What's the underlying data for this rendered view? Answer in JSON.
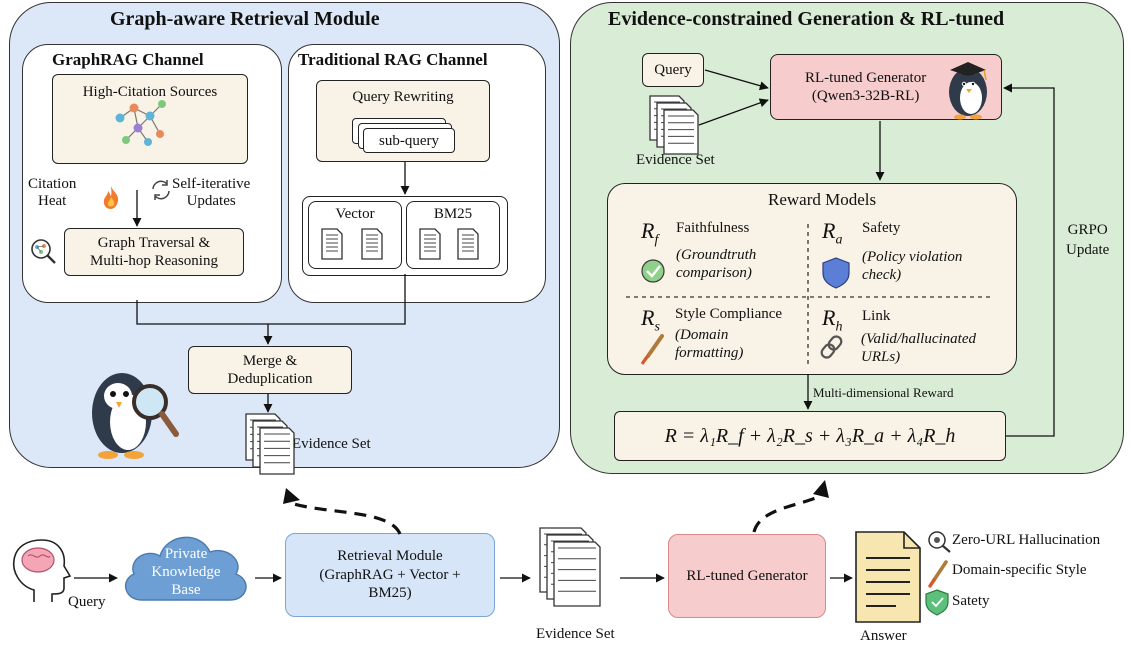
{
  "left_panel": {
    "title": "Graph-aware Retrieval Module",
    "graphrag": {
      "title": "GraphRAG Channel",
      "sources": "High-Citation Sources",
      "citation_heat": "Citation\nHeat",
      "self_iterative": "Self-iterative\nUpdates",
      "traversal": "Graph Traversal &\nMulti-hop Reasoning"
    },
    "traditional": {
      "title": "Traditional RAG Channel",
      "query_rewriting": "Query Rewriting",
      "sub_query": "sub-query",
      "vector": "Vector",
      "bm25": "BM25"
    },
    "merge": "Merge &\nDeduplication",
    "evidence_set": "Evidence Set"
  },
  "right_panel": {
    "title": "Evidence-constrained Generation & RL-tuned",
    "query": "Query",
    "evidence_set": "Evidence Set",
    "generator": "RL-tuned Generator\n(Qwen3-32B-RL)",
    "reward_title": "Reward Models",
    "rewards": [
      {
        "symbol": "R",
        "sub": "f",
        "name": "Faithfulness",
        "desc": "(Groundtruth\ncomparison)",
        "icon": "check-circle-icon"
      },
      {
        "symbol": "R",
        "sub": "a",
        "name": "Safety",
        "desc": "(Policy violation\ncheck)",
        "icon": "shield-icon"
      },
      {
        "symbol": "R",
        "sub": "s",
        "name": "Style Compliance",
        "desc": "(Domain\nformatting)",
        "icon": "brush-icon"
      },
      {
        "symbol": "R",
        "sub": "h",
        "name": "Link",
        "desc": "(Valid/hallucinated\nURLs)",
        "icon": "link-icon"
      }
    ],
    "multi_reward": "Multi-dimensional Reward",
    "formula": "R = λ₁R_f + λ₂R_s + λ₃R_a + λ₄R_h",
    "grpo": "GRPO\nUpdate"
  },
  "bottom": {
    "query": "Query",
    "kb": "Private\nKnowledge\nBase",
    "retrieval": "Retrieval Module\n(GraphRAG + Vector +\nBM25)",
    "evidence_set": "Evidence Set",
    "generator": "RL-tuned Generator",
    "answer": "Answer",
    "features": [
      "Zero-URL Hallucination",
      "Domain-specific Style",
      "Satety"
    ]
  },
  "colors": {
    "left_panel_bg": "#dce8f8",
    "right_panel_bg": "#d9ecd5",
    "generator_bg": "#f6cccc",
    "cream": "#f8f3e6",
    "retrieval_bg": "#d6e6f8",
    "cloud": "#6d9fd4"
  }
}
